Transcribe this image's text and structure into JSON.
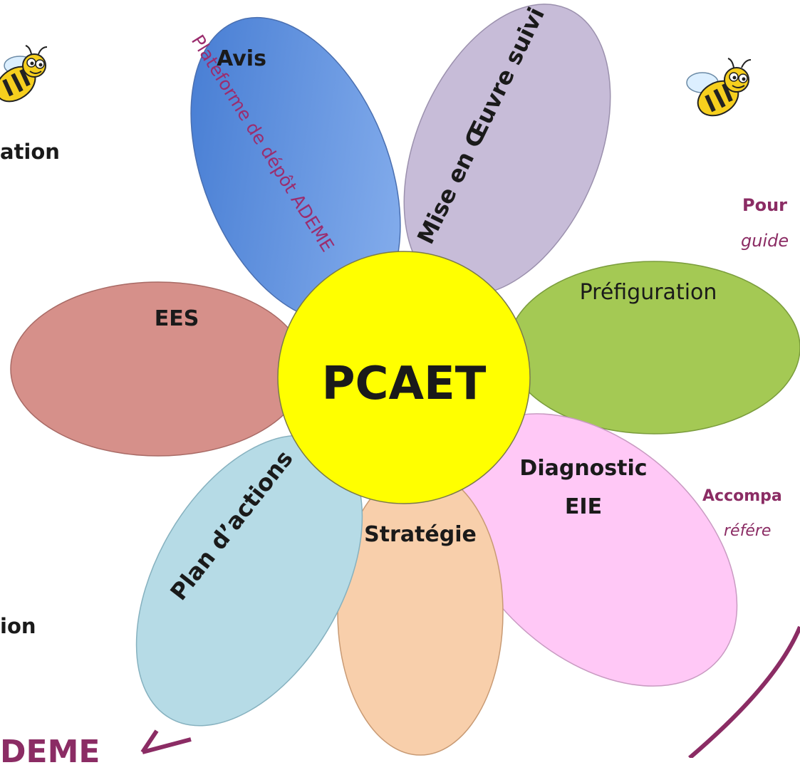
{
  "center": {
    "label": "PCAET",
    "fill": "#ffff00"
  },
  "petals": {
    "avis": {
      "label": "Avis",
      "fill": "#5b8fdc"
    },
    "mise_en_oeuvre": {
      "label": "Mise en Œuvre suivi",
      "fill": "#c7bcd8"
    },
    "prefiguration": {
      "label": "Préfiguration",
      "fill": "#a4c954"
    },
    "diagnostic": {
      "line1": "Diagnostic",
      "line2": "EIE",
      "fill": "#ffc8f6"
    },
    "strategie": {
      "label": "Stratégie",
      "fill": "#f8cfab"
    },
    "plan_actions": {
      "label": "Plan d’actions",
      "fill": "#b6dbe6"
    },
    "ees": {
      "label": "EES",
      "fill": "#d6908a"
    }
  },
  "annotation": {
    "label": "Plateforme de dépôt ADEME",
    "color": "#9b2d6e"
  },
  "edge_text": {
    "left_top": "ation",
    "left_bottom": "ion",
    "bottom_left": "DEME",
    "right_top_bold": "Pour",
    "right_top_italic": "guide",
    "right_mid_bold": "Accompa",
    "right_mid_italic": "référe"
  },
  "colors": {
    "accent": "#8b2c64",
    "text": "#1a1a1a"
  },
  "icons": [
    "bee-icon",
    "bee-icon"
  ]
}
